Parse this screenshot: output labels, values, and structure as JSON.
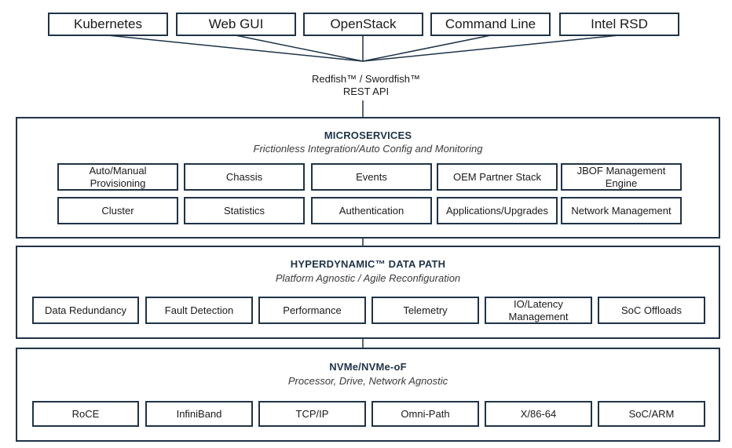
{
  "clients": [
    "Kubernetes",
    "Web GUI",
    "OpenStack",
    "Command Line",
    "Intel RSD"
  ],
  "api": {
    "line1": "Redfish™ / Swordfish™",
    "line2": "REST API"
  },
  "microservices": {
    "title": "MICROSERVICES",
    "subtitle": "Frictionless Integration/Auto Config and Monitoring",
    "items": [
      "Auto/Manual\nProvisioning",
      "Chassis",
      "Events",
      "OEM Partner Stack",
      "JBOF Management\nEngine",
      "Cluster",
      "Statistics",
      "Authentication",
      "Applications/Upgrades",
      "Network Management"
    ]
  },
  "datapath": {
    "title": "HYPERDYNAMIC™ DATA PATH",
    "subtitle": "Platform Agnostic / Agile Reconfiguration",
    "items": [
      "Data Redundancy",
      "Fault Detection",
      "Performance",
      "Telemetry",
      "IO/Latency\nManagement",
      "SoC Offloads"
    ]
  },
  "nvme": {
    "title": "NVMe/NVMe-oF",
    "subtitle": "Processor, Drive, Network Agnostic",
    "items": [
      "RoCE",
      "InfiniBand",
      "TCP/IP",
      "Omni-Path",
      "X/86-64",
      "SoC/ARM"
    ]
  },
  "colors": {
    "border": "#1f3347",
    "title": "#1f3347"
  }
}
